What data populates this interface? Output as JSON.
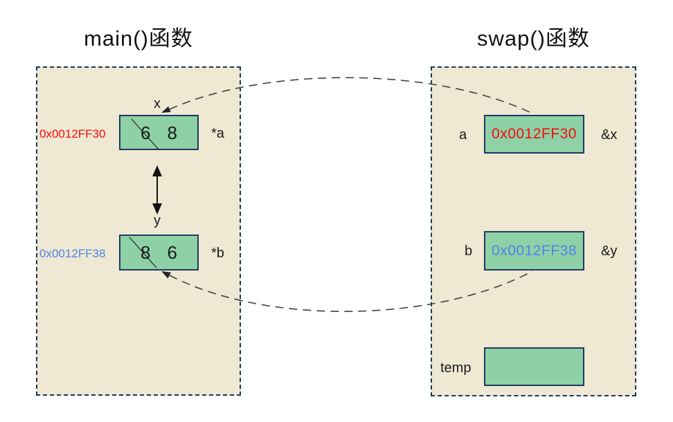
{
  "diagram": {
    "main_panel": {
      "title": "main()函数",
      "var_x": {
        "name": "x",
        "address": "0x0012FF30",
        "struck_value": "6",
        "value": "8",
        "deref_label": "*a"
      },
      "var_y": {
        "name": "y",
        "address": "0x0012FF38",
        "struck_value": "8",
        "value": "6",
        "deref_label": "*b"
      }
    },
    "swap_panel": {
      "title": "swap()函数",
      "param_a": {
        "name": "a",
        "value": "0x0012FF30",
        "ref_label": "&x"
      },
      "param_b": {
        "name": "b",
        "value": "0x0012FF38",
        "ref_label": "&y"
      },
      "temp": {
        "name": "temp",
        "value": ""
      }
    },
    "colors": {
      "panel_fill": "#efe8d2",
      "panel_border": "#17365d",
      "box_fill": "#8ed1a6",
      "box_border": "#1f3864",
      "address_red": "#f40b0b",
      "address_blue": "#4e82e8",
      "connector": "#3f3f3f",
      "text": "#1a1a1a"
    }
  }
}
